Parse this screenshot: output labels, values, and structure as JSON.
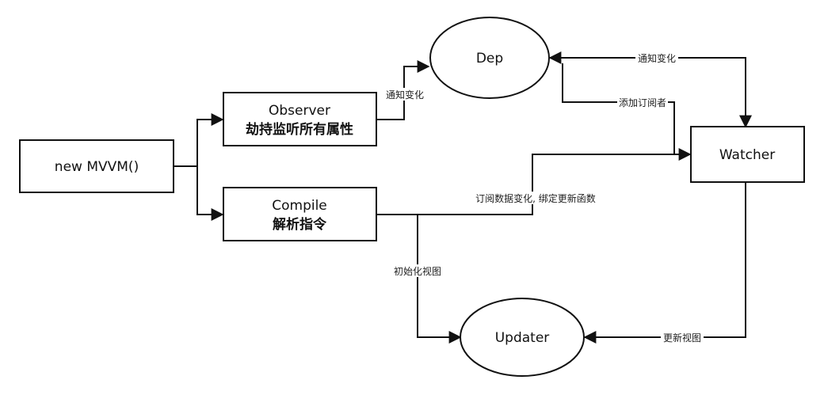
{
  "nodes": {
    "mvvm": "new MVVM()",
    "observer_line1": "Observer",
    "observer_line2": "劫持监听所有属性",
    "compile_line1": "Compile",
    "compile_line2": "解析指令",
    "dep": "Dep",
    "watcher": "Watcher",
    "updater": "Updater"
  },
  "edges": {
    "observer_to_dep": "通知变化",
    "dep_to_watcher": "通知变化",
    "watcher_to_dep": "添加订阅者",
    "compile_to_watcher": "订阅数据变化, 绑定更新函数",
    "compile_to_updater": "初始化视图",
    "watcher_to_updater": "更新视图"
  }
}
